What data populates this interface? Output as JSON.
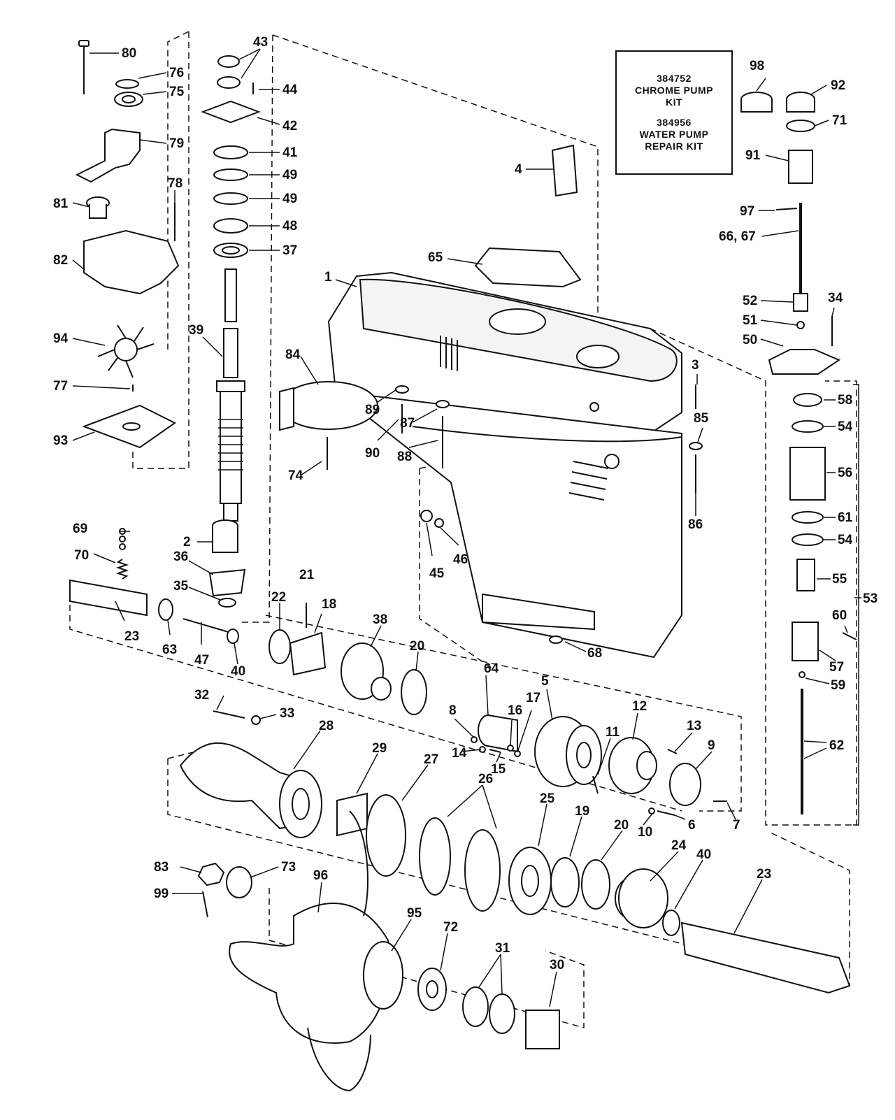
{
  "kit_box": {
    "kit1_number": "384752",
    "kit1_line1": "CHROME PUMP",
    "kit1_line2": "KIT",
    "kit2_number": "384956",
    "kit2_line1": "WATER PUMP",
    "kit2_line2": "REPAIR KIT"
  },
  "callouts": {
    "c1": "1",
    "c2": "2",
    "c3": "3",
    "c4": "4",
    "c5": "5",
    "c6": "6",
    "c7": "7",
    "c8": "8",
    "c9": "9",
    "c10": "10",
    "c11": "11",
    "c12": "12",
    "c13": "13",
    "c14": "14",
    "c15": "15",
    "c16": "16",
    "c17": "17",
    "c18": "18",
    "c19": "19",
    "c20a": "20",
    "c20b": "20",
    "c21": "21",
    "c22": "22",
    "c23a": "23",
    "c23b": "23",
    "c24": "24",
    "c25": "25",
    "c26": "26",
    "c27": "27",
    "c28": "28",
    "c29": "29",
    "c30": "30",
    "c31": "31",
    "c32": "32",
    "c33": "33",
    "c34": "34",
    "c35": "35",
    "c36": "36",
    "c37": "37",
    "c38": "38",
    "c39": "39",
    "c40a": "40",
    "c40b": "40",
    "c41": "41",
    "c42": "42",
    "c43": "43",
    "c44": "44",
    "c45": "45",
    "c46": "46",
    "c47": "47",
    "c48": "48",
    "c49a": "49",
    "c49b": "49",
    "c50": "50",
    "c51": "51",
    "c52": "52",
    "c53": "53",
    "c54a": "54",
    "c54b": "54",
    "c55": "55",
    "c56": "56",
    "c57": "57",
    "c58": "58",
    "c59": "59",
    "c60": "60",
    "c61": "61",
    "c62": "62",
    "c63": "63",
    "c64": "64",
    "c65": "65",
    "c6667": "66, 67",
    "c68": "68",
    "c69": "69",
    "c70": "70",
    "c71": "71",
    "c72": "72",
    "c73": "73",
    "c74": "74",
    "c75": "75",
    "c76": "76",
    "c77": "77",
    "c78": "78",
    "c79": "79",
    "c80": "80",
    "c81": "81",
    "c82": "82",
    "c83": "83",
    "c84": "84",
    "c85": "85",
    "c86": "86",
    "c87": "87",
    "c88": "88",
    "c89": "89",
    "c90": "90",
    "c91": "91",
    "c92": "92",
    "c93": "93",
    "c94": "94",
    "c95": "95",
    "c96": "96",
    "c97": "97",
    "c98": "98",
    "c99": "99"
  }
}
